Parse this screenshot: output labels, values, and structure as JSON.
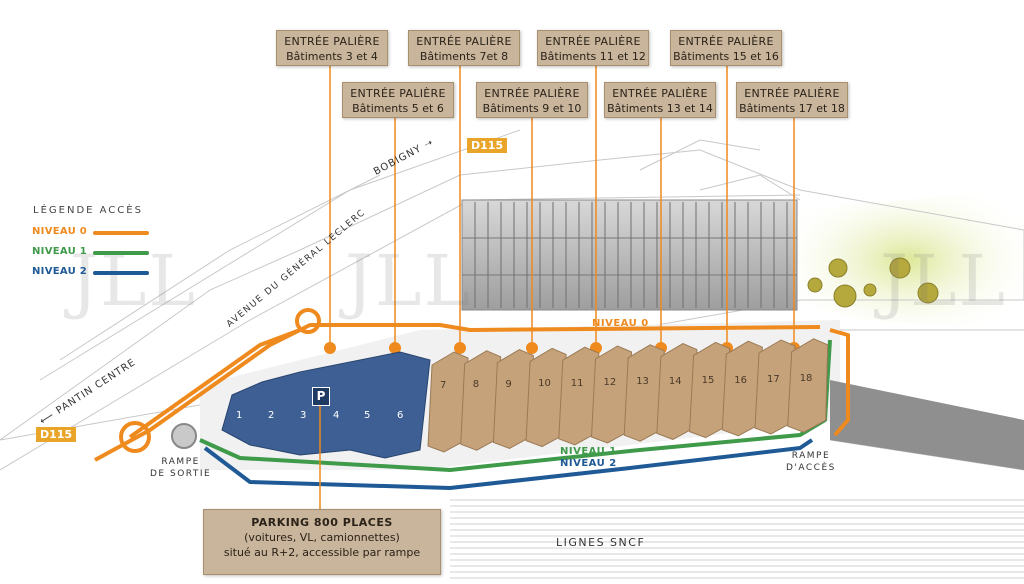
{
  "entrees": [
    {
      "title": "ENTRÉE PALIÈRE",
      "sub": "Bâtiments 3 et 4"
    },
    {
      "title": "ENTRÉE PALIÈRE",
      "sub": "Bâtiments 7et 8"
    },
    {
      "title": "ENTRÉE PALIÈRE",
      "sub": "Bâtiments 11 et 12"
    },
    {
      "title": "ENTRÉE PALIÈRE",
      "sub": "Bâtiments 15 et 16"
    },
    {
      "title": "ENTRÉE PALIÈRE",
      "sub": "Bâtiments 5 et 6"
    },
    {
      "title": "ENTRÉE PALIÈRE",
      "sub": "Bâtiments 9 et 10"
    },
    {
      "title": "ENTRÉE PALIÈRE",
      "sub": "Bâtiments 13 et 14"
    },
    {
      "title": "ENTRÉE PALIÈRE",
      "sub": "Bâtiments 17 et 18"
    }
  ],
  "legend": {
    "title": "LÉGENDE ACCÈS",
    "items": [
      {
        "label": "NIVEAU 0",
        "color": "#ef8a1e"
      },
      {
        "label": "NIVEAU 1",
        "color": "#3f9a4a"
      },
      {
        "label": "NIVEAU 2",
        "color": "#1f5a96"
      }
    ]
  },
  "roads": {
    "d115_top": "D115",
    "d115_left": "D115",
    "bobigny": "BOBIGNY ➝",
    "pantin": "⟵ PANTIN CENTRE",
    "avenue": "AVENUE DU GÉNÉRAL LECLERC",
    "lignes": "LIGNES SNCF"
  },
  "levels": {
    "niveau0": "NIVEAU 0",
    "niveau1": "NIVEAU 1",
    "niveau2": "NIVEAU 2"
  },
  "ramps": {
    "sortie_1": "RAMPE",
    "sortie_2": "DE SORTIE",
    "acces_1": "RAMPE",
    "acces_2": "D'ACCÈS"
  },
  "buildings_blue": [
    "1",
    "2",
    "3",
    "4",
    "5",
    "6"
  ],
  "buildings_brown": [
    "7",
    "8",
    "9",
    "10",
    "11",
    "12",
    "13",
    "14",
    "15",
    "16",
    "17",
    "18"
  ],
  "parking": {
    "sign": "P",
    "title": "PARKING 800 PLACES",
    "line2": "(voitures, VL, camionnettes)",
    "line3": "situé au R+2, accessible par rampe"
  },
  "watermark": "JLL",
  "colors": {
    "niveau0": "#ef8a1e",
    "niveau1": "#3f9a4a",
    "niveau2": "#1f5a96",
    "blue_buildings": "#3d5f93",
    "brown_buildings": "#c6a27a",
    "label_bg": "#c9b59c",
    "d115": "#e8a52a"
  }
}
